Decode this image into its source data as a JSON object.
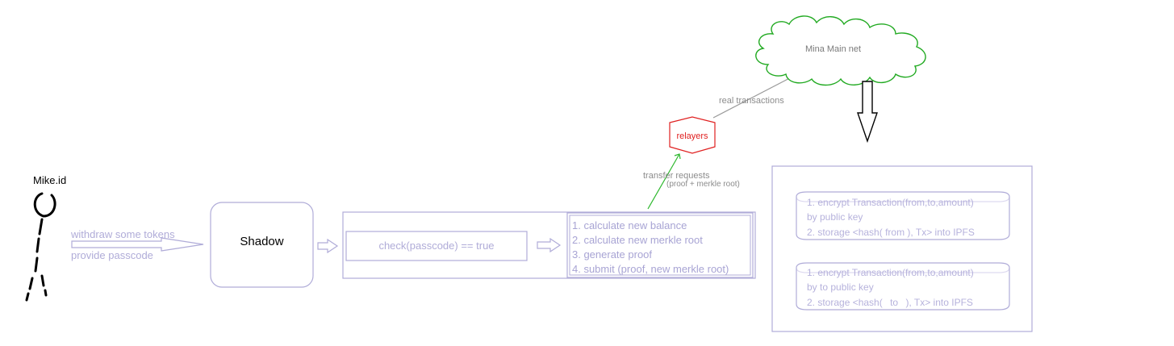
{
  "actor": {
    "name": "Mike.id"
  },
  "actions": {
    "withdraw": "withdraw some tokens",
    "passcode": "provide passcode"
  },
  "shadow": {
    "label": "Shadow"
  },
  "check": {
    "label": "check(passcode) == true"
  },
  "steps": [
    "1. calculate new balance",
    "2. calculate new merkle root",
    "3. generate proof",
    "4. submit (proof, new merkle root)"
  ],
  "transfer": {
    "title": "transfer requests",
    "detail": "(proof + merkle root)"
  },
  "relayers": {
    "label": "relayers"
  },
  "real_tx": {
    "label": "real transactions"
  },
  "mina": {
    "label": "Mina Main net"
  },
  "storage": [
    {
      "line1": "1. encrypt Transaction(from,to,amount)",
      "line2": "by public  key",
      "line3_prefix": "2. storage <hash(",
      "line3_key": "from",
      "line3_suffix": "), Tx> into IPFS"
    },
    {
      "line1": "1. encrypt Transaction(from,to,amount)",
      "line2": "by to public  key",
      "line3_prefix": "2. storage <hash(",
      "line3_key": "to",
      "line3_suffix": "), Tx> into IPFS"
    }
  ],
  "colors": {
    "purple": "#b0acd8",
    "green_arrow": "#2db82d",
    "cloud_green": "#22aa22",
    "relayer_red": "#e02020",
    "grey": "#8c8c8c"
  }
}
